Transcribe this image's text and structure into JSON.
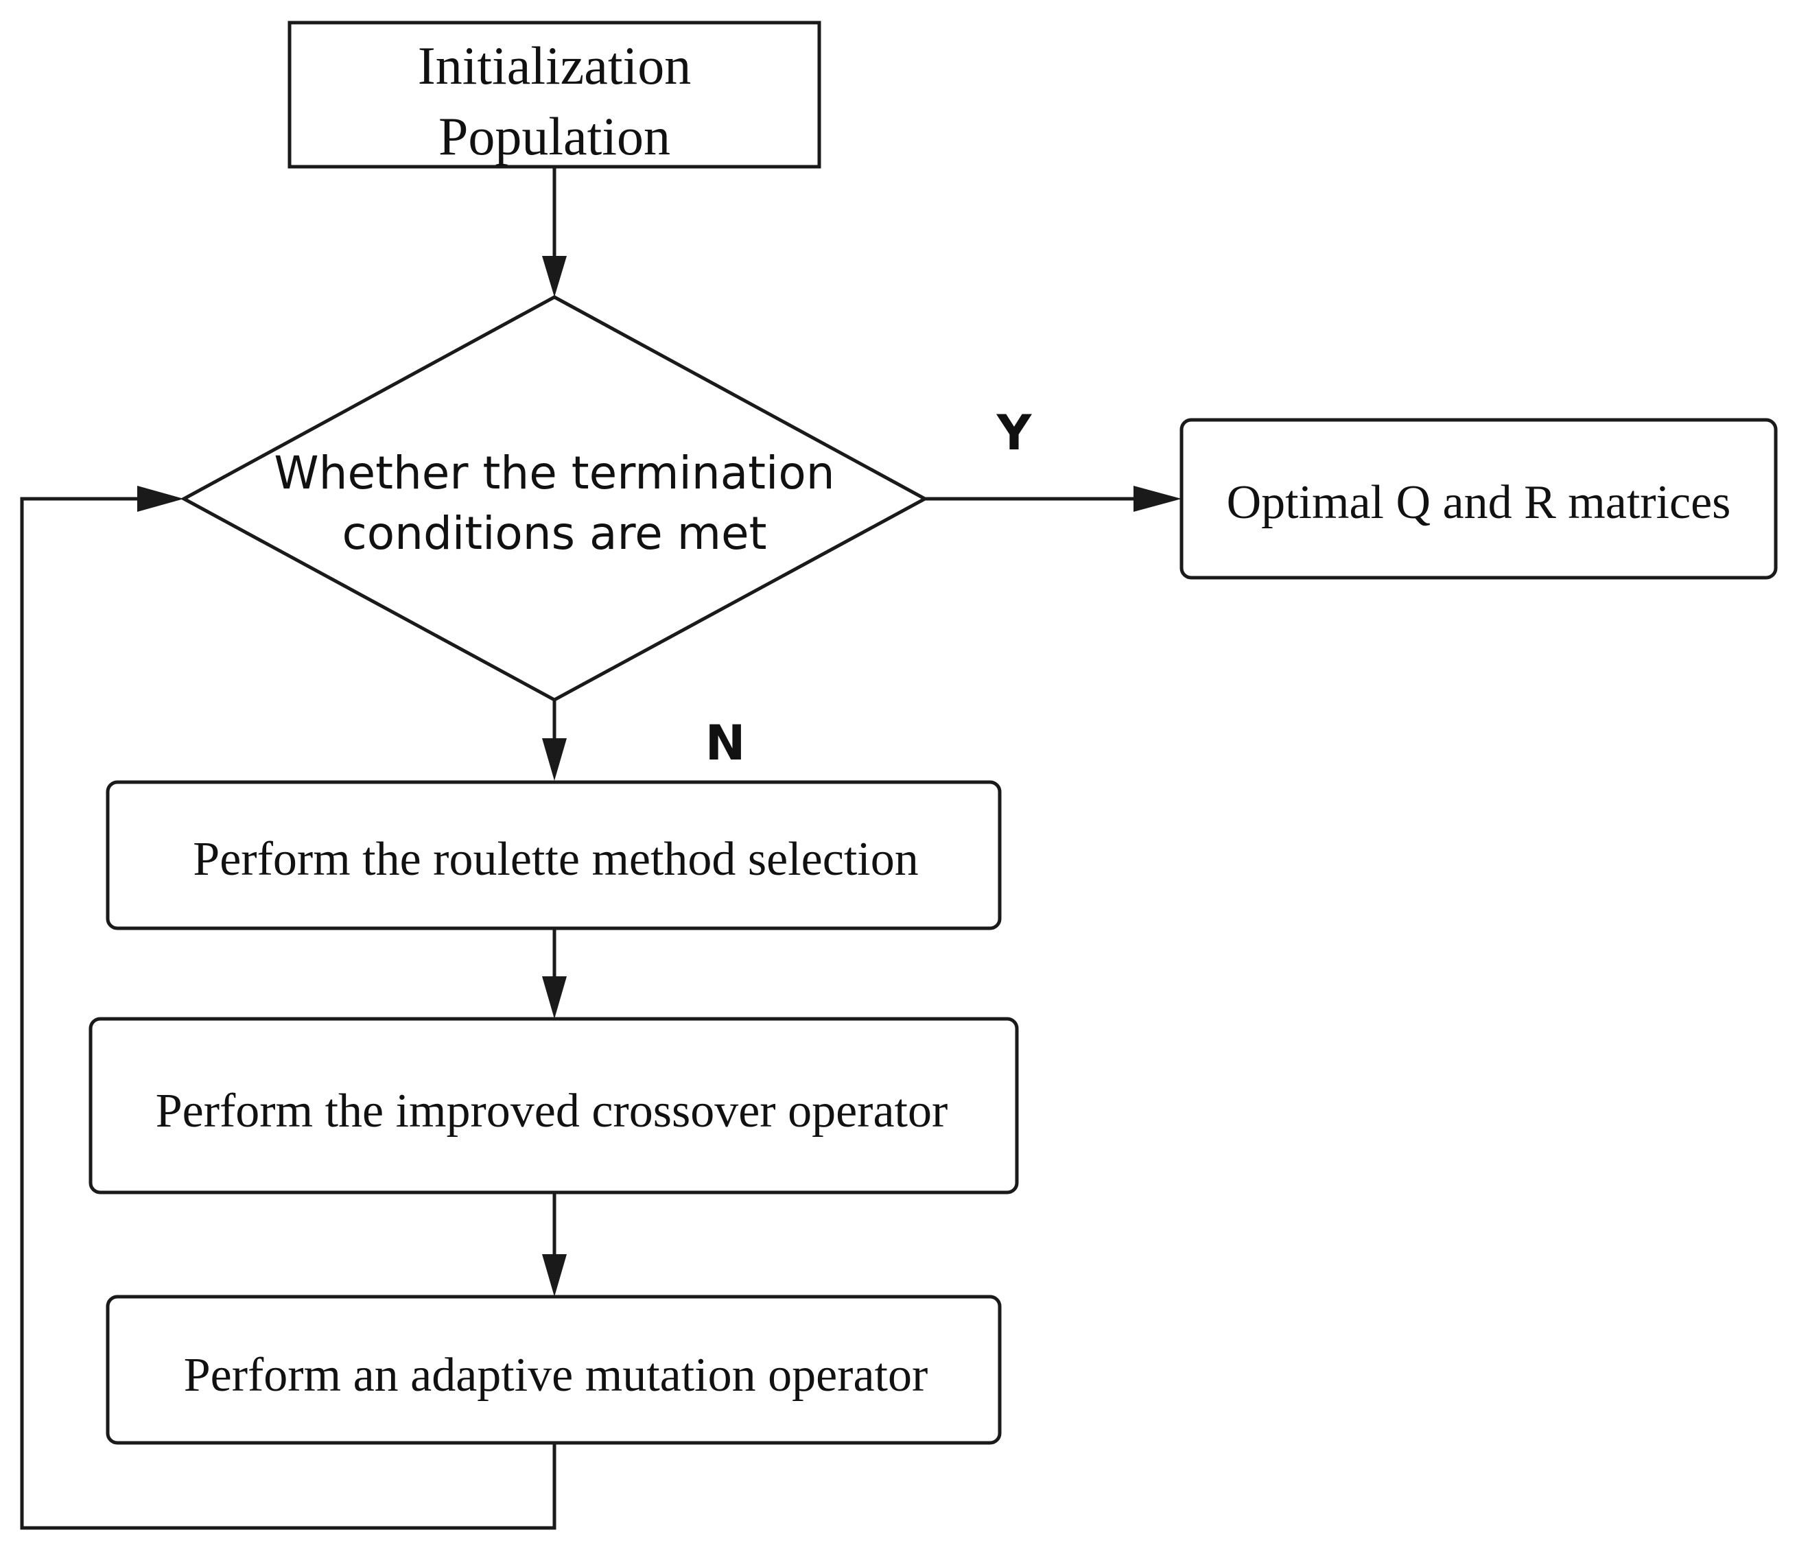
{
  "diagram": {
    "nodes": {
      "init": {
        "line1": "Initialization",
        "line2": "Population"
      },
      "decision": {
        "line1": "Whether the termination",
        "line2": "conditions are met"
      },
      "output": {
        "label": "Optimal Q and R matrices"
      },
      "selection": {
        "label": "Perform the roulette method selection"
      },
      "crossover": {
        "label": "Perform the improved crossover operator"
      },
      "mutation": {
        "label": "Perform an adaptive mutation operator"
      }
    },
    "edges": {
      "yes_label": "Y",
      "no_label": "N"
    },
    "colors": {
      "stroke": "#1a1a1a",
      "text": "#111111",
      "background": "#ffffff"
    }
  }
}
